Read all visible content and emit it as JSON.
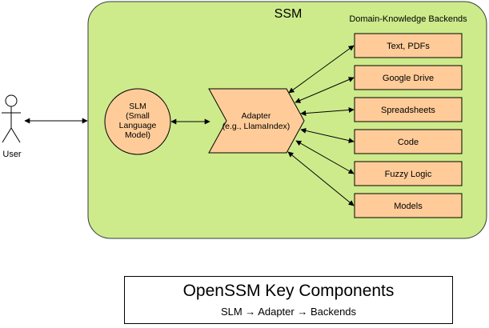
{
  "ssm": {
    "title": "SSM",
    "backends_header": "Domain-Knowledge Backends",
    "fill_color": "#cdeb8b",
    "border_color": "#36393d"
  },
  "user": {
    "label": "User"
  },
  "slm": {
    "lines": [
      "SLM",
      "(Small",
      "Language",
      "Model)"
    ],
    "fill_color": "#ffcc99"
  },
  "adapter": {
    "lines": [
      "Adapter",
      "(e.g., LlamaIndex)"
    ],
    "fill_color": "#ffcc99"
  },
  "backends": [
    {
      "label": "Text, PDFs"
    },
    {
      "label": "Google Drive"
    },
    {
      "label": "Spreadsheets"
    },
    {
      "label": "Code"
    },
    {
      "label": "Fuzzy Logic"
    },
    {
      "label": "Models"
    }
  ],
  "caption": {
    "title": "OpenSSM Key Components",
    "subtitle": "SLM → Adapter → Backends"
  }
}
